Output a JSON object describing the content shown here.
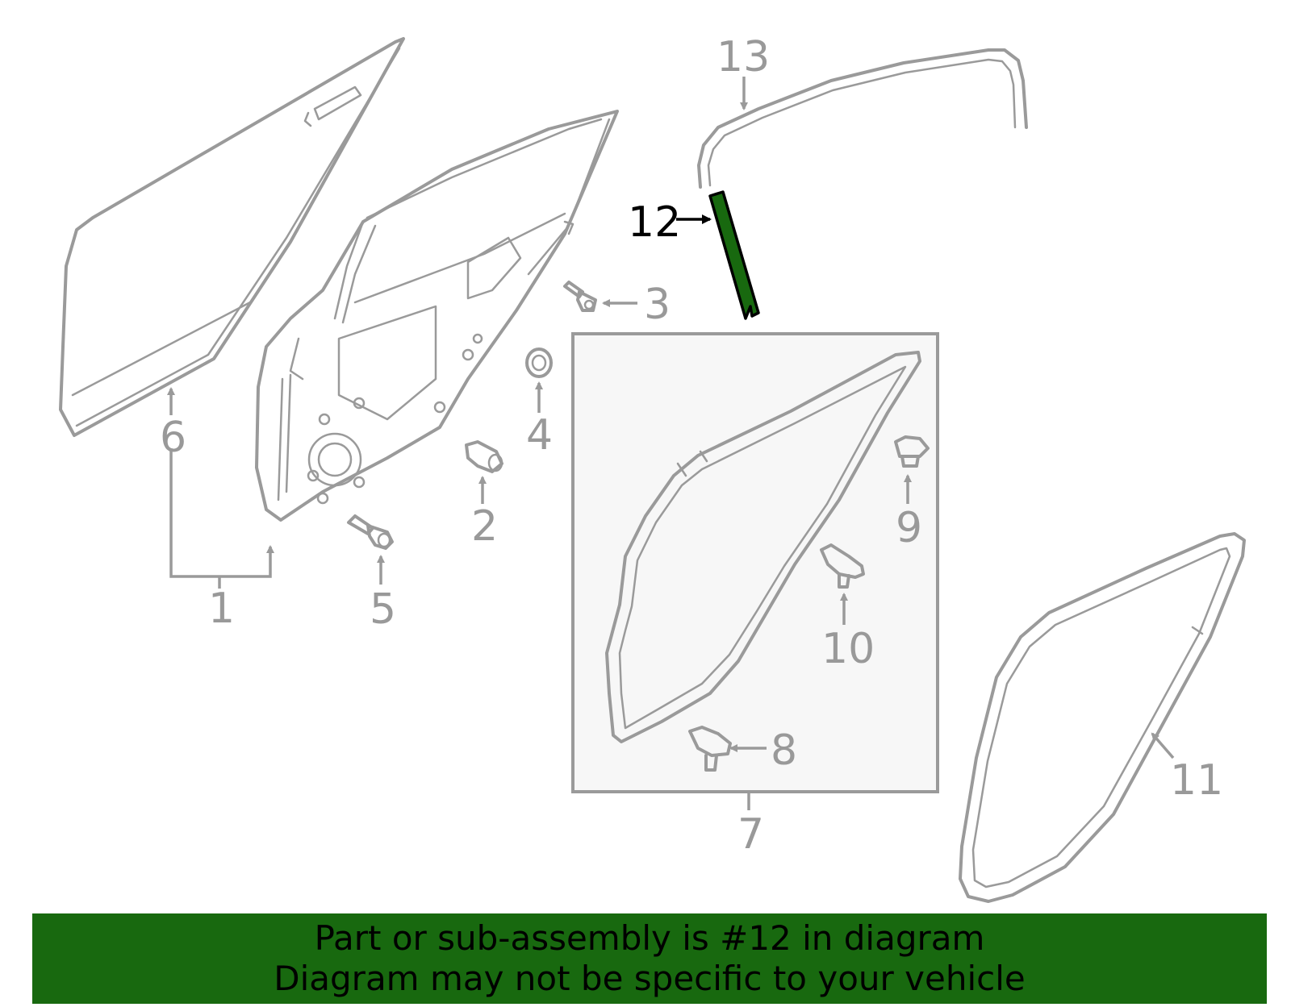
{
  "diagram": {
    "callouts": [
      "1",
      "2",
      "3",
      "4",
      "5",
      "6",
      "7",
      "8",
      "9",
      "10",
      "11",
      "12",
      "13"
    ],
    "highlighted_part": "12",
    "highlight_color": "#18690f",
    "part_line_color": "#9a9a9a"
  },
  "banner": {
    "line1": "Part or sub-assembly is #12 in diagram",
    "line2": "Diagram may not be specific to your vehicle",
    "background": "#18690f"
  }
}
